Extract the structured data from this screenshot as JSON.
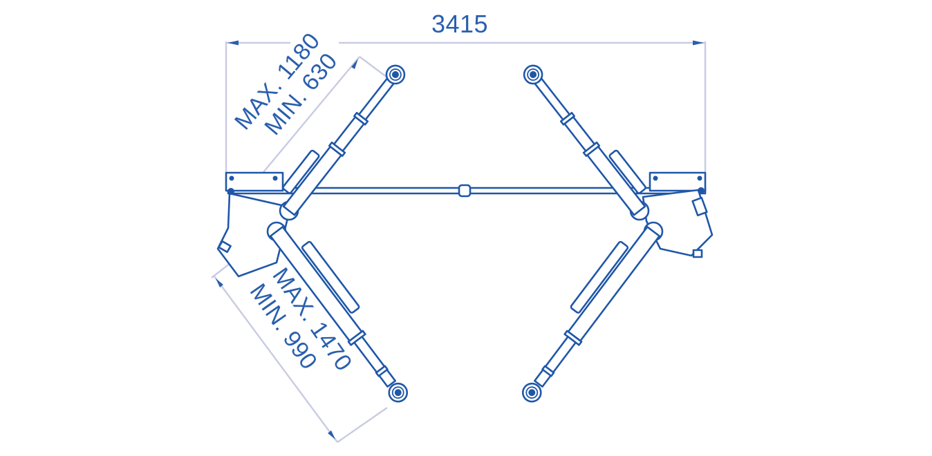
{
  "drawing": {
    "title": "Two-post lift top view dimensions",
    "colors": {
      "part_stroke": "#1f57a8",
      "dimension_text": "#2a5fad",
      "dimension_line": "#c9cbe3",
      "background": "#ffffff"
    },
    "dimensions": {
      "overall_width": {
        "value": "3415",
        "unit": "mm"
      },
      "short_arm": {
        "max_label": "MAX. 1180",
        "min_label": "MIN. 630",
        "max": 1180,
        "min": 630
      },
      "long_arm": {
        "max_label": "MAX. 1470",
        "min_label": "MIN. 990",
        "max": 1470,
        "min": 990
      }
    },
    "components": [
      "left-column",
      "right-column",
      "left-front-arm",
      "left-rear-arm",
      "right-front-arm",
      "right-rear-arm",
      "cross-bar",
      "center-coupling"
    ]
  }
}
